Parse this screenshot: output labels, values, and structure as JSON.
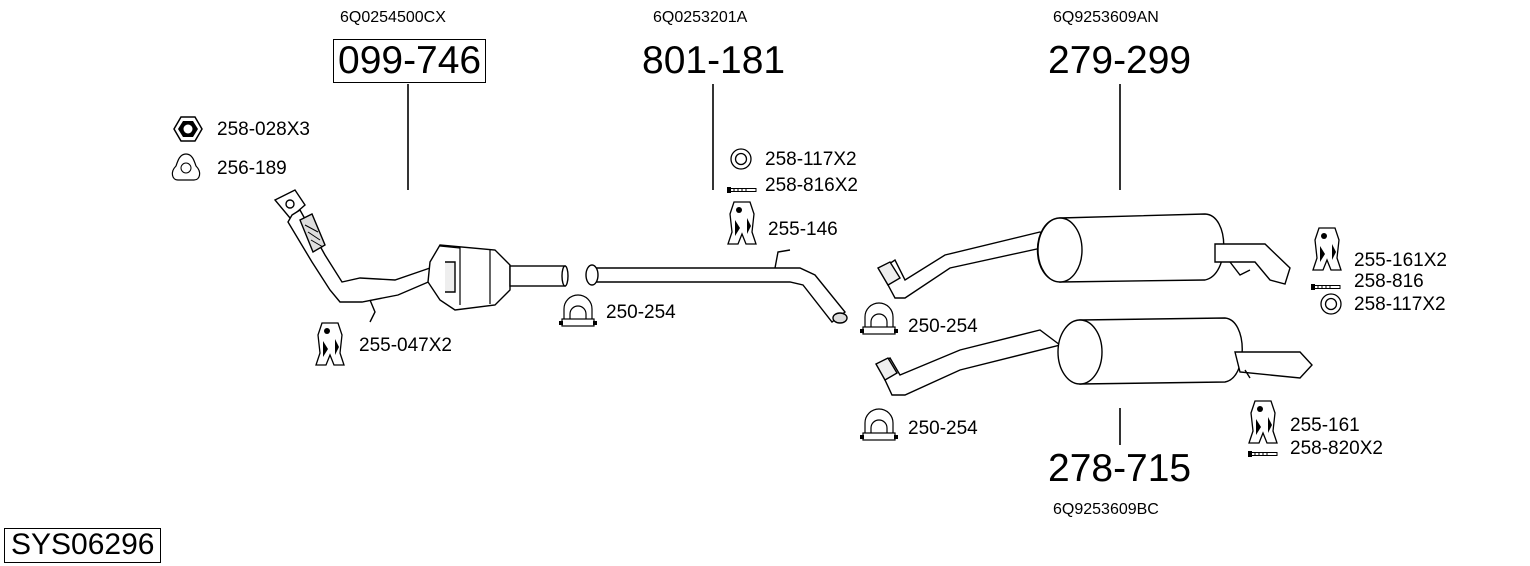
{
  "diagram": {
    "system_code": "SYS06296",
    "groups": [
      {
        "oem": "6Q0254500CX",
        "part": "099-746"
      },
      {
        "oem": "6Q0253201A",
        "part": "801-181"
      },
      {
        "oem": "6Q9253609AN",
        "part": "279-299"
      },
      {
        "oem": "6Q9253609BC",
        "part": "278-715"
      }
    ],
    "accessories": [
      {
        "label": "258-028X3",
        "icon": "hex-nut-icon"
      },
      {
        "label": "256-189",
        "icon": "triangle-gasket-icon"
      },
      {
        "label": "255-047X2",
        "icon": "rubber-hanger-icon"
      },
      {
        "label": "250-254",
        "icon": "pipe-clamp-icon"
      },
      {
        "label": "258-117X2",
        "icon": "washer-ring-icon"
      },
      {
        "label": "258-816X2",
        "icon": "bolt-icon"
      },
      {
        "label": "255-146",
        "icon": "rubber-hanger-icon"
      },
      {
        "label": "250-254",
        "icon": "pipe-clamp-icon"
      },
      {
        "label": "250-254",
        "icon": "pipe-clamp-icon"
      },
      {
        "label": "255-161X2",
        "icon": "rubber-hanger-icon"
      },
      {
        "label": "258-816",
        "icon": "bolt-icon"
      },
      {
        "label": "258-117X2",
        "icon": "washer-ring-icon"
      },
      {
        "label": "255-161",
        "icon": "rubber-hanger-icon"
      },
      {
        "label": "258-820X2",
        "icon": "bolt-icon"
      }
    ]
  }
}
